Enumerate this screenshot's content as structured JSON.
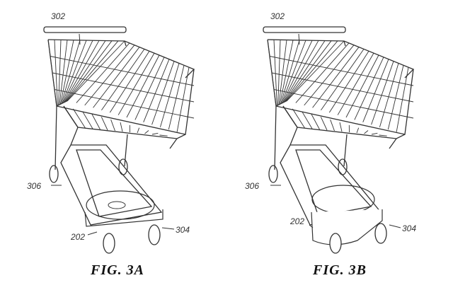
{
  "figures": [
    {
      "caption": "FIG. 3A",
      "labels": {
        "handle": "302",
        "rear_wheel": "306",
        "module": "202",
        "base": "304"
      }
    },
    {
      "caption": "FIG. 3B",
      "labels": {
        "handle": "302",
        "rear_wheel": "306",
        "module": "202",
        "base": "304"
      }
    }
  ],
  "colors": {
    "line": "#333333",
    "background": "#ffffff"
  }
}
